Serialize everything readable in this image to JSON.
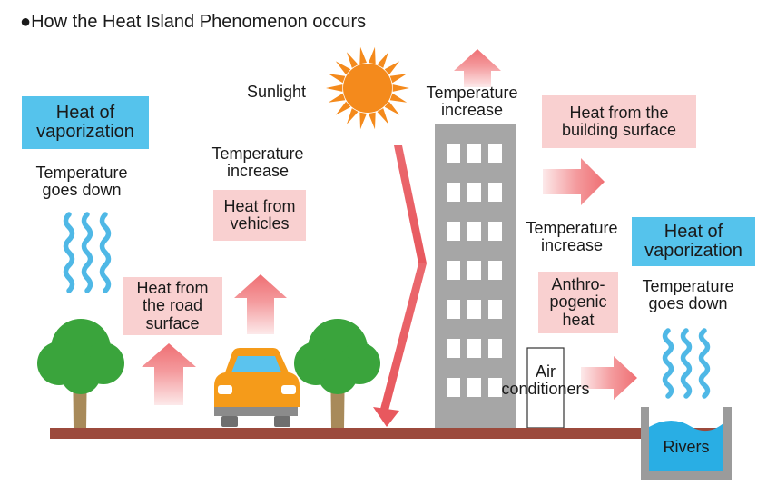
{
  "title": "●How the Heat Island Phenomenon occurs",
  "labels": {
    "sunlight": "Sunlight",
    "temp_increase_top": "Temperature\nincrease",
    "temp_increase_left": "Temperature\nincrease",
    "temp_increase_right": "Temperature\nincrease",
    "temp_down_left": "Temperature\ngoes down",
    "temp_down_right": "Temperature\ngoes down",
    "air_conditioners": "Air\nconditioners",
    "rivers": "Rivers"
  },
  "boxes": {
    "vaporization_left": "Heat of\nvaporization",
    "vaporization_right": "Heat of\nvaporization",
    "vehicles": "Heat from\nvehicles",
    "road_surface": "Heat from\nthe road\nsurface",
    "building_surface": "Heat from the\nbuilding surface",
    "anthropogenic": "Anthro-\npogenic\nheat"
  },
  "colors": {
    "vaporization_box": "#55c3ec",
    "heat_box": "#f9d0d0",
    "heat_arrow": "#ef6f73",
    "sunlight_arrow": "#e8585e",
    "sun": "#f48a1c",
    "ground": "#9c4a3c",
    "building": "#a6a6a6",
    "tree_foliage": "#3aa43c",
    "tree_trunk": "#a88a5a",
    "car_body": "#f59b1a",
    "water": "#29aee4",
    "steam": "#4fb8e6"
  }
}
